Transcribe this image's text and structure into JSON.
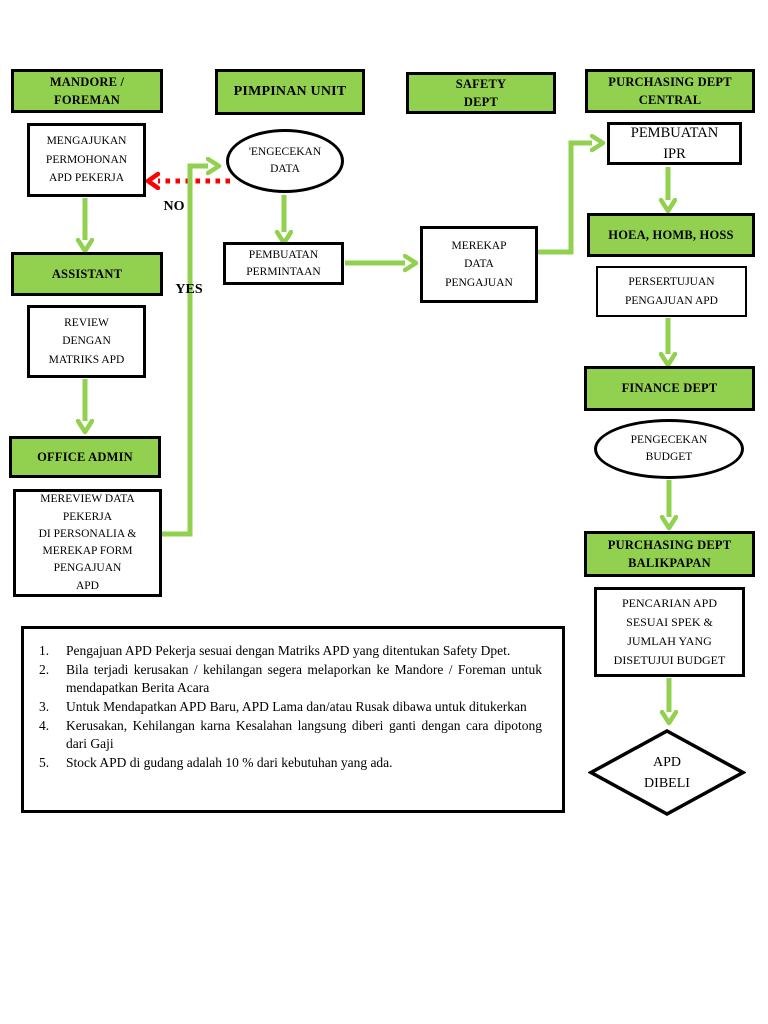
{
  "colors": {
    "node_green": "#92d050",
    "arrow_green": "#92d050",
    "reject_red": "#ff0000",
    "border_black": "#000000",
    "page_background": "#ffffff"
  },
  "nodes": {
    "mandore_foreman": "MANDORE /\nFOREMAN",
    "mengajukan": "MENGAJUKAN\nPERMOHONAN\nAPD PEKERJA",
    "assistant": "ASSISTANT",
    "review_matriks": "REVIEW\nDENGAN\nMATRIKS APD",
    "office_admin": "OFFICE ADMIN",
    "mereview": "MEREVIEW DATA\nPEKERJA\nDI PERSONALIA &\nMEREKAP FORM\nPENGAJUAN\nAPD",
    "pimpinan_unit": "PIMPINAN UNIT",
    "pengecekan_data": "'ENGECEKAN\nDATA",
    "pembuatan_permintaan": "PEMBUATAN\nPERMINTAAN",
    "safety_dept": "SAFETY\nDEPT",
    "merekap_data": "MEREKAP\nDATA\nPENGAJUAN",
    "purchasing_central": "PURCHASING DEPT\nCENTRAL",
    "pembuatan_ipr": "PEMBUATAN\nIPR",
    "hoea_homb_hoss": "HOEA, HOMB, HOSS",
    "persertujuan": "PERSERTUJUAN\nPENGAJUAN APD",
    "finance_dept": "FINANCE DEPT",
    "pengecekan_budget": "PENGECEKAN\nBUDGET",
    "purchasing_balikpapan": "PURCHASING DEPT\nBALIKPAPAN",
    "pencarian_apd": "PENCARIAN APD\nSESUAI SPEK &\nJUMLAH YANG\nDISETUJUI BUDGET",
    "apd_dibeli": "APD\nDIBELI"
  },
  "labels": {
    "no": "NO",
    "yes": "YES"
  },
  "notes": {
    "items": [
      {
        "num": "1.",
        "text": "Pengajuan APD Pekerja sesuai dengan Matriks APD yang ditentukan Safety Dpet."
      },
      {
        "num": "2.",
        "text": "Bila terjadi kerusakan / kehilangan segera melaporkan ke Mandore / Foreman untuk mendapatkan Berita Acara"
      },
      {
        "num": "3.",
        "text": "Untuk Mendapatkan APD Baru, APD Lama dan/atau Rusak dibawa untuk ditukerkan"
      },
      {
        "num": "4.",
        "text": "Kerusakan, Kehilangan karna Kesalahan langsung diberi ganti dengan cara dipotong dari Gaji"
      },
      {
        "num": "5.",
        "text": "Stock APD di gudang adalah 10 % dari kebutuhan yang ada."
      }
    ]
  }
}
